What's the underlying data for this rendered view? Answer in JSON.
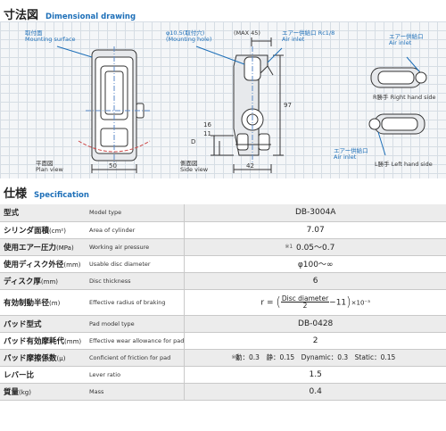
{
  "dimensional": {
    "title_jp": "寸法図",
    "title_en": "Dimensional drawing",
    "mounting_surface_jp": "取付面",
    "mounting_surface_en": "Mounting surface",
    "mounting_hole_jp": "φ10.5(取付穴)",
    "mounting_hole_en": "(Mounting hole)",
    "max45": "(MAX 45)",
    "air_inlet_jp": "エアー供給口 Rc1/8",
    "air_inlet_en": "Air inlet",
    "air_inlet_r_jp": "エアー供給口",
    "air_inlet_r_en": "Air inlet",
    "air_inlet_l_jp": "エアー供給口",
    "air_inlet_l_en": "Air inlet",
    "dim_97": "97",
    "dim_16": "16",
    "dim_11": "11",
    "dim_D": "D",
    "dim_50": "50",
    "dim_42": "42",
    "plan_view_jp": "平面図",
    "plan_view_en": "Plan view",
    "side_view_jp": "側面図",
    "side_view_en": "Side view",
    "right_hand": "R勝手  Right hand side",
    "left_hand": "L勝手  Left hand side"
  },
  "specification": {
    "title_jp": "仕様",
    "title_en": "Specification",
    "rows": [
      {
        "jp": "型式",
        "unit": "",
        "en": "Model type",
        "value": "DB-3004A",
        "note": ""
      },
      {
        "jp": "シリンダ面積",
        "unit": "(cm²)",
        "en": "Area of cylinder",
        "value": "7.07",
        "note": ""
      },
      {
        "jp": "使用エアー圧力",
        "unit": "(MPa)",
        "en": "Working air pressure",
        "value": "0.05〜0.7",
        "note": "※1"
      },
      {
        "jp": "使用ディスク外径",
        "unit": "(mm)",
        "en": "Usable disc diameter",
        "value": "φ100〜∞",
        "note": ""
      },
      {
        "jp": "ディスク厚",
        "unit": "(mm)",
        "en": "Disc thickness",
        "value": "6",
        "note": ""
      },
      {
        "jp": "有効制動半径",
        "unit": "(m)",
        "en": "Effective radius of braking",
        "value": "",
        "note": ""
      },
      {
        "jp": "パッド型式",
        "unit": "",
        "en": "Pad model type",
        "value": "DB-0428",
        "note": ""
      },
      {
        "jp": "パッド有効摩耗代",
        "unit": "(mm)",
        "en": "Effective wear allowance for pad",
        "value": "2",
        "note": ""
      },
      {
        "jp": "パッド摩擦係数",
        "unit": "(μ)",
        "en": "Conficient of friction for pad",
        "value": "動：0.3　静：0.15　Dynamic：0.3　Static：0.15",
        "note": "※2"
      },
      {
        "jp": "レバー比",
        "unit": "",
        "en": "Lever ratio",
        "value": "1.5",
        "note": ""
      },
      {
        "jp": "質量",
        "unit": "(kg)",
        "en": "Mass",
        "value": "0.4",
        "note": ""
      }
    ],
    "formula": {
      "prefix": "r =",
      "numerator": "Disc diameter",
      "denominator": "2",
      "suffix": "−11",
      "factor": "×10⁻³"
    }
  }
}
